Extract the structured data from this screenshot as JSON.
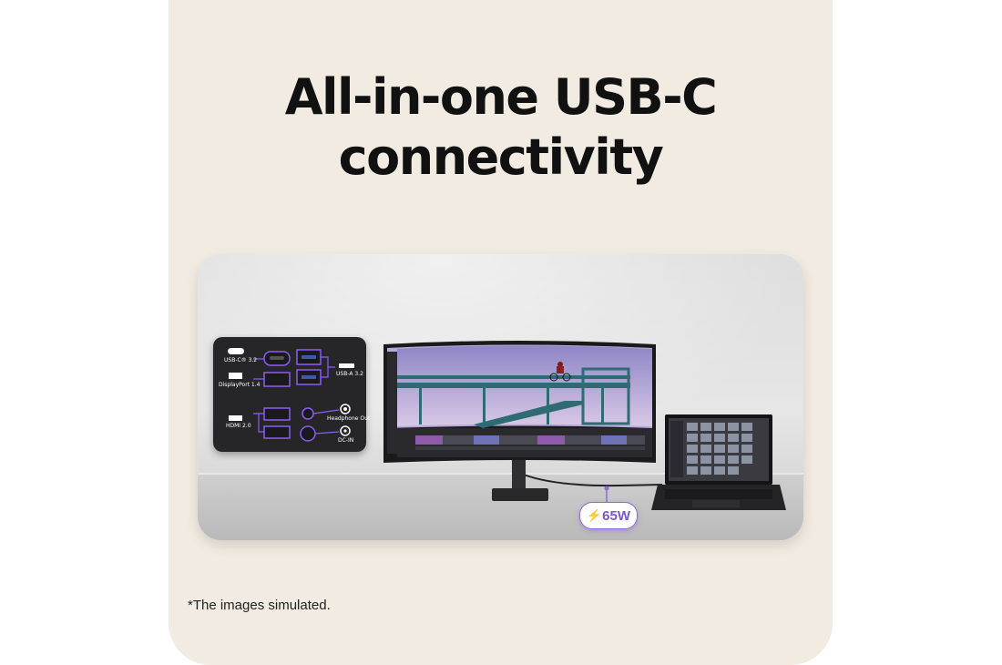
{
  "title": {
    "line1": "All-in-one USB-C",
    "line2": "connectivity"
  },
  "footnote": "*The images simulated.",
  "ports": {
    "usbc": "USB-C® 3.2",
    "displayport": "DisplayPort 1.4",
    "hdmi": "HDMI 2.0",
    "usba": "USB-A 3.2",
    "headphone": "Headphone Out",
    "dcin": "DC-IN"
  },
  "power_badge": {
    "value": "65W",
    "icon": "lightning-bolt-icon"
  },
  "colors": {
    "card_bg": "#f1ebe1",
    "accent": "#7a56d4",
    "port_highlight": "#8b5cf6"
  }
}
